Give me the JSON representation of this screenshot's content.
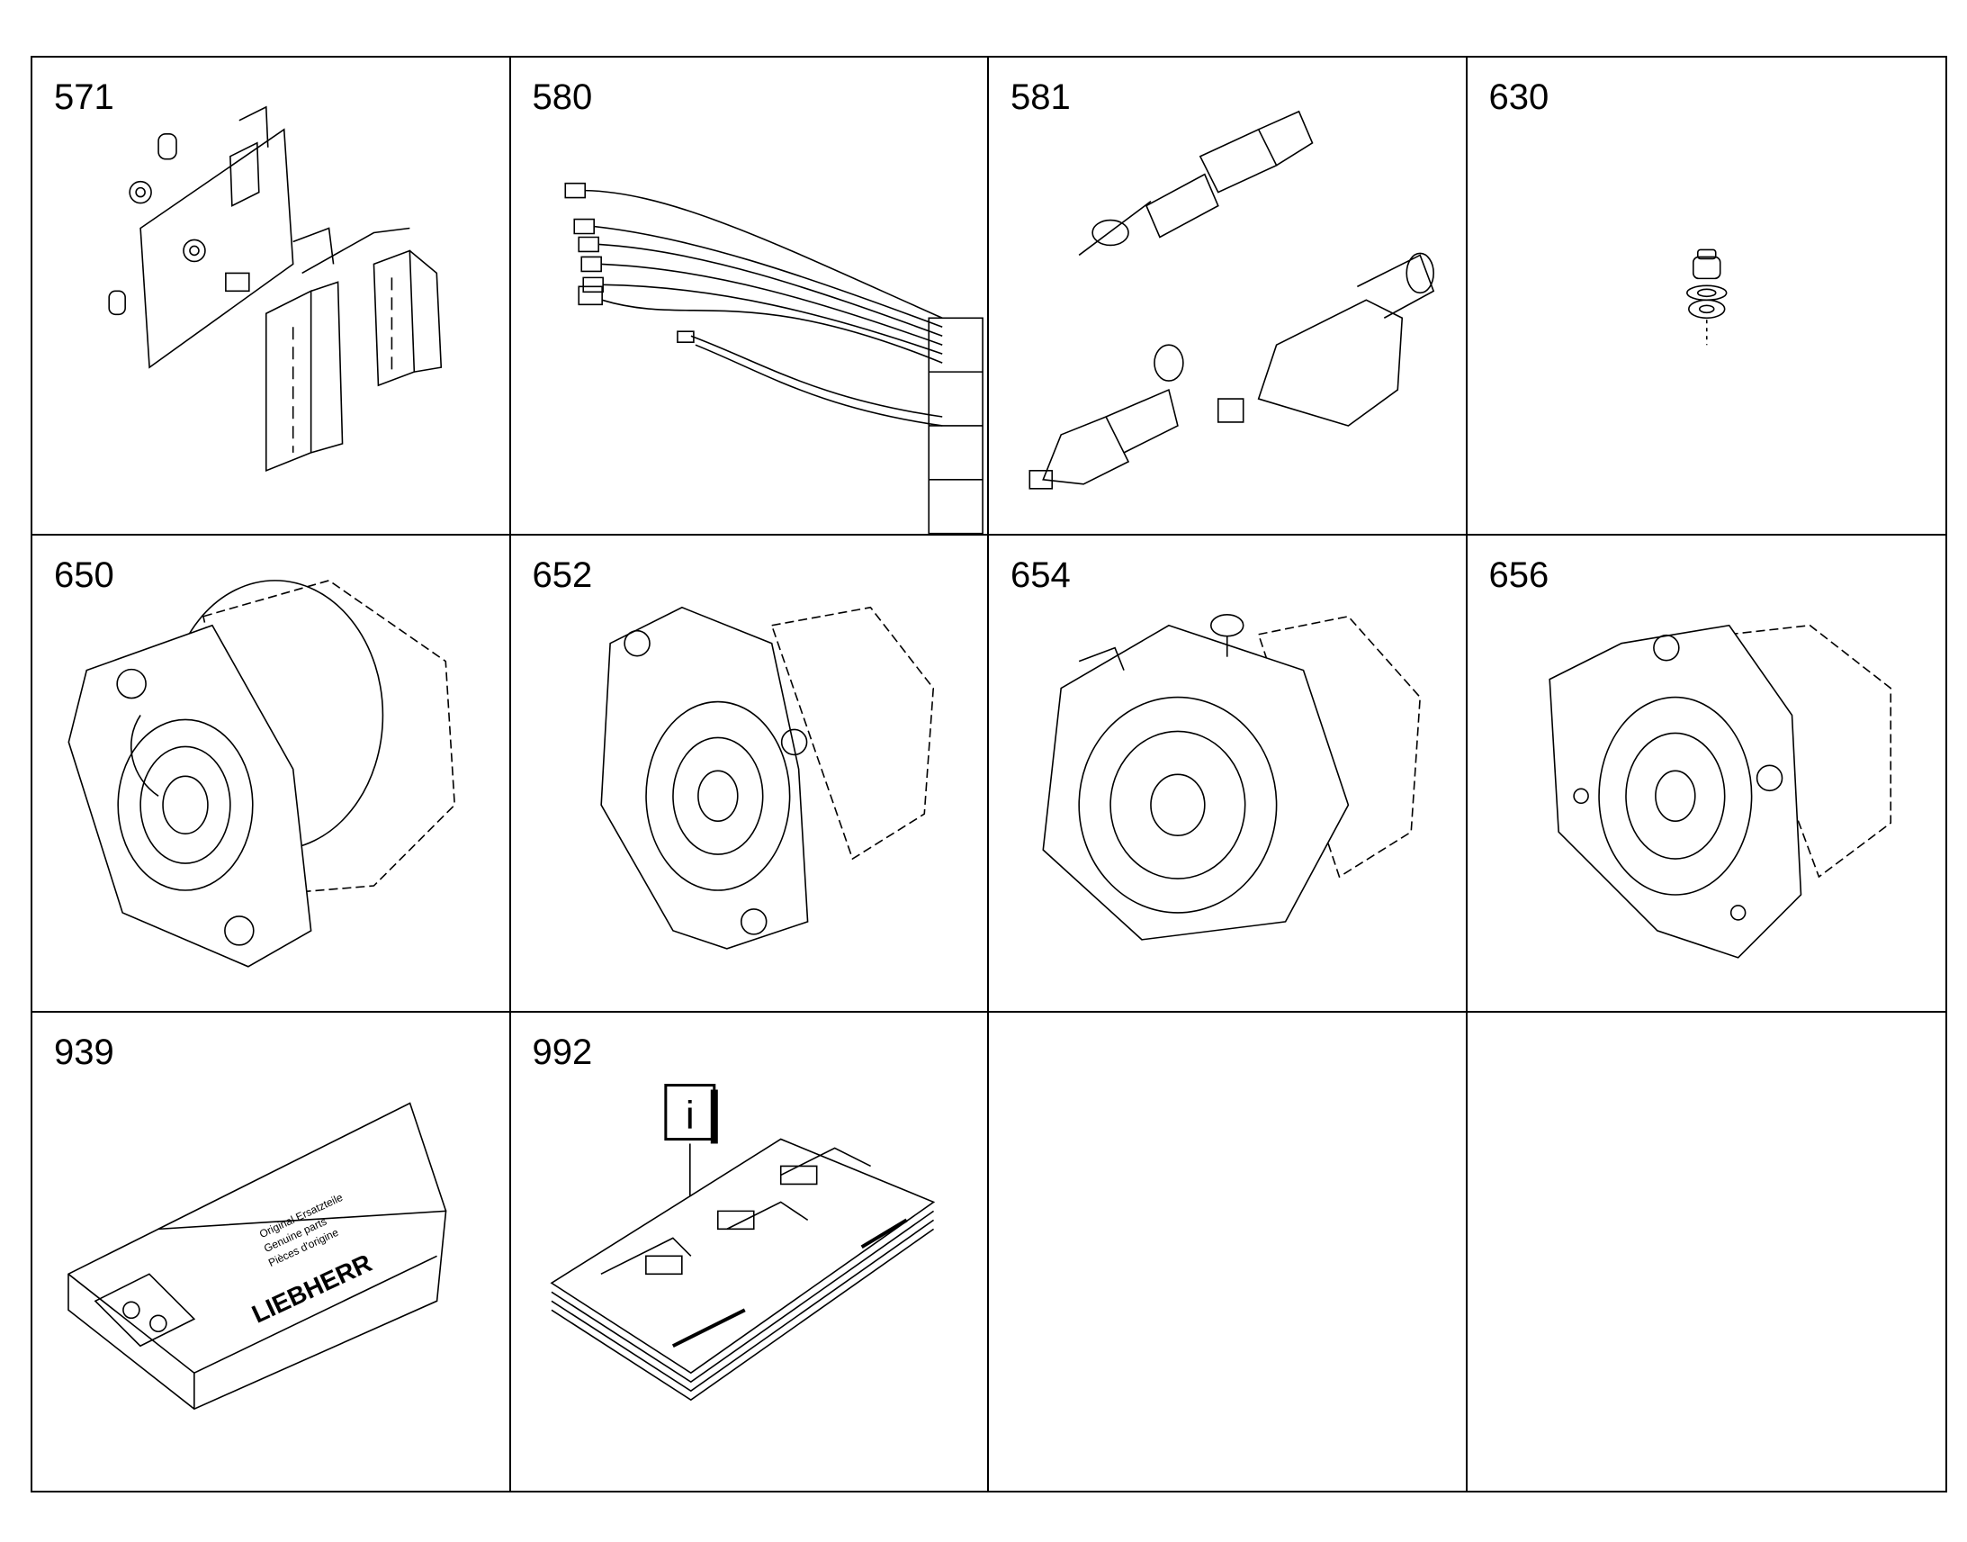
{
  "parts": [
    {
      "number": "571",
      "icon": "bracket-assembly-icon"
    },
    {
      "number": "580",
      "icon": "wiring-harness-icon"
    },
    {
      "number": "581",
      "icon": "sensor-switches-icon"
    },
    {
      "number": "630",
      "icon": "plug-screw-icon"
    },
    {
      "number": "650",
      "icon": "gear-pump-icon"
    },
    {
      "number": "652",
      "icon": "gear-pump-icon"
    },
    {
      "number": "654",
      "icon": "gear-pump-icon"
    },
    {
      "number": "656",
      "icon": "gear-pump-icon"
    },
    {
      "number": "939",
      "icon": "spare-parts-box-icon"
    },
    {
      "number": "992",
      "icon": "documentation-icon"
    },
    {
      "number": "",
      "icon": ""
    },
    {
      "number": "",
      "icon": ""
    }
  ],
  "labels": {
    "box_brand": "LIEBHERR",
    "box_text": [
      "Original Ersatzteile",
      "Genuine parts",
      "Pièces d'origine"
    ],
    "info_mark": "i"
  }
}
